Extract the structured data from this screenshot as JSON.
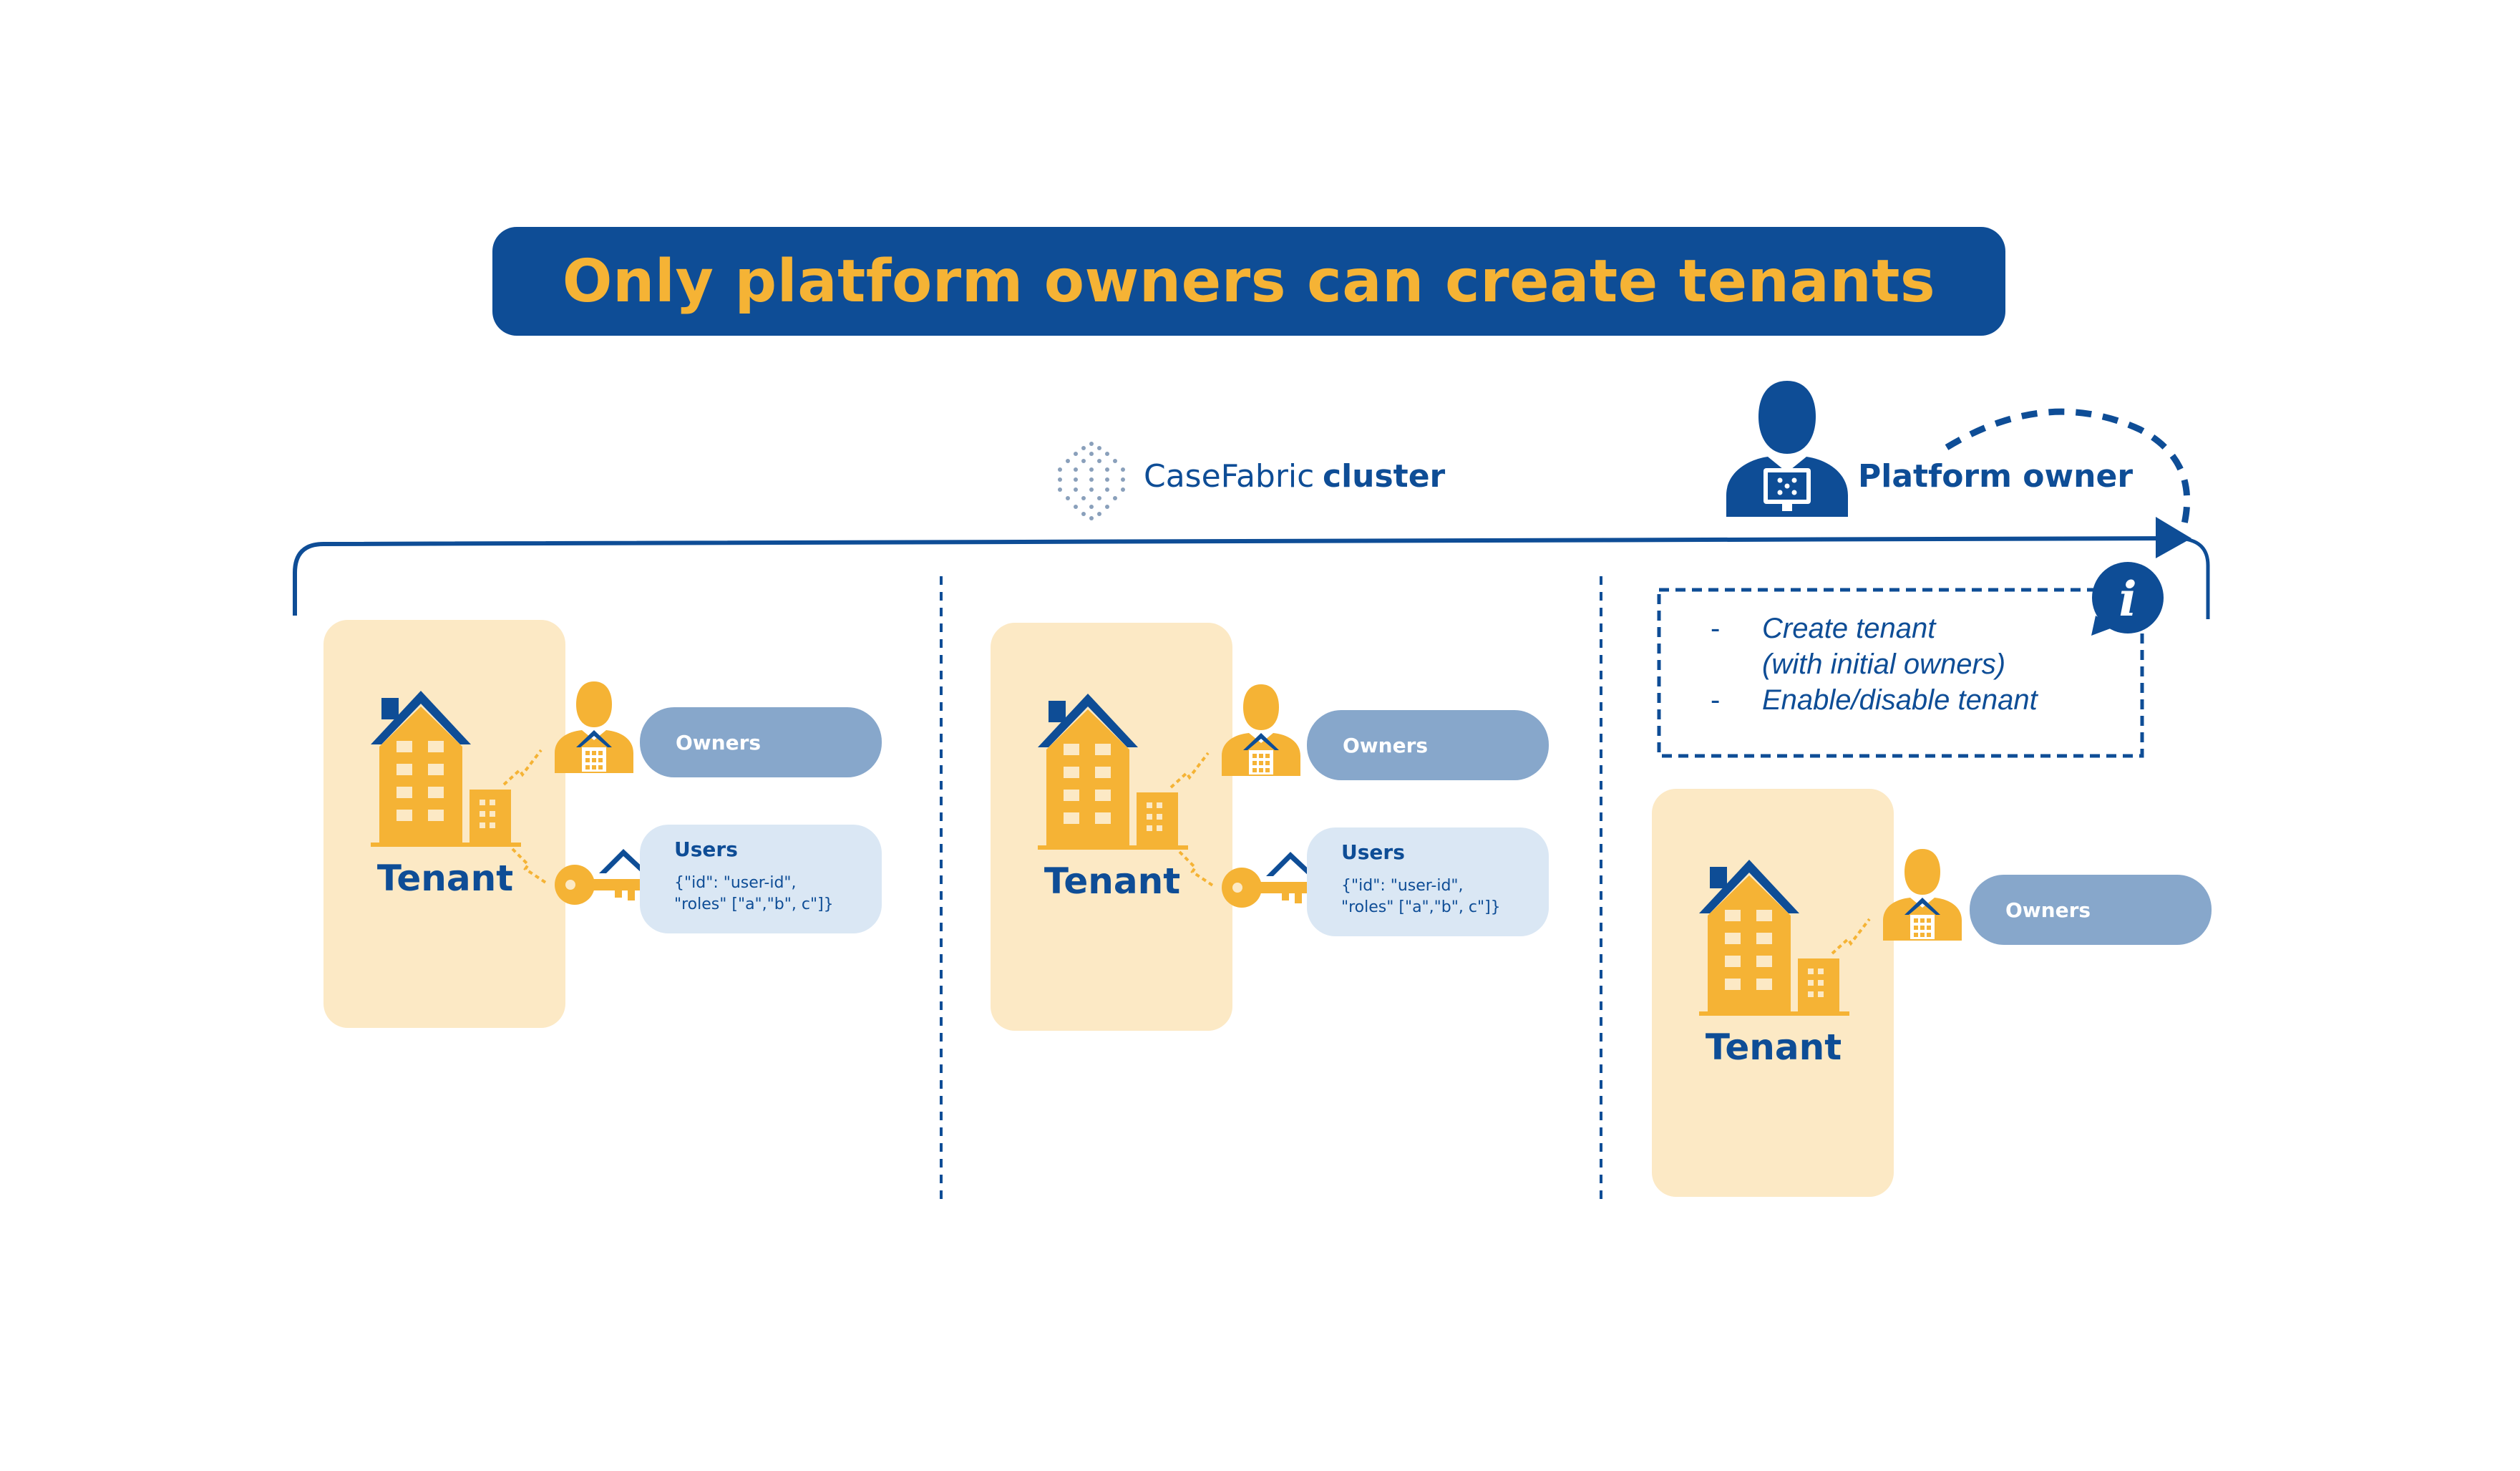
{
  "banner": {
    "title": "Only platform owners can create tenants"
  },
  "cluster": {
    "brand": "CaseFabric",
    "label": "cluster"
  },
  "platform_owner": {
    "label": "Platform owner"
  },
  "info_box": {
    "items": [
      {
        "dash": "-",
        "text": "Create tenant"
      },
      {
        "dash": "",
        "text": "(with initial owners)"
      },
      {
        "dash": "-",
        "text": "Enable/disable tenant"
      }
    ]
  },
  "tenants": [
    {
      "label": "Tenant",
      "owners_label": "Owners",
      "users_title": "Users",
      "users_line1": "{\"id\": \"user-id\",",
      "users_line2": "\"roles\" [\"a\",\"b\", c\"]}"
    },
    {
      "label": "Tenant",
      "owners_label": "Owners",
      "users_title": "Users",
      "users_line1": "{\"id\": \"user-id\",",
      "users_line2": "\"roles\" [\"a\",\"b\", c\"]}"
    },
    {
      "label": "Tenant",
      "owners_label": "Owners"
    }
  ],
  "colors": {
    "navy": "#0e4d96",
    "gold": "#f5b335",
    "panel": "#fce9c5",
    "owners_pill": "#87a7cb",
    "users_pill": "#dae7f4"
  }
}
